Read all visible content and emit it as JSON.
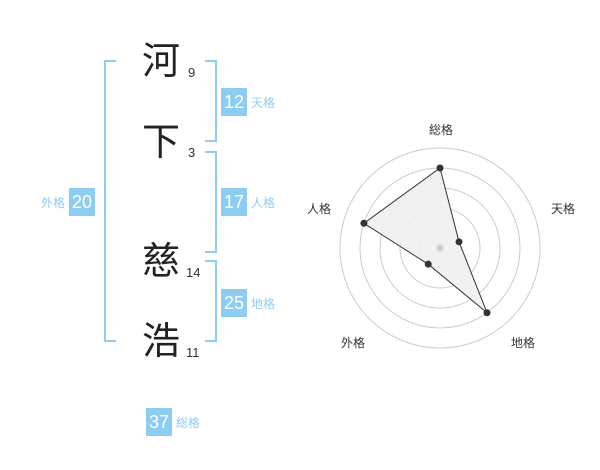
{
  "name": {
    "chars": [
      {
        "char": "河",
        "strokes": "9"
      },
      {
        "char": "下",
        "strokes": "3"
      },
      {
        "char": "慈",
        "strokes": "14"
      },
      {
        "char": "浩",
        "strokes": "11"
      }
    ]
  },
  "scores": {
    "tenkaku": {
      "value": "12",
      "label": "天格"
    },
    "jinkaku": {
      "value": "17",
      "label": "人格"
    },
    "chikaku": {
      "value": "25",
      "label": "地格"
    },
    "gaikaku": {
      "value": "20",
      "label": "外格"
    },
    "soukaku": {
      "value": "37",
      "label": "総格"
    }
  },
  "chart_data": {
    "type": "radar",
    "axes": [
      "総格",
      "天格",
      "地格",
      "外格",
      "人格"
    ],
    "values": [
      4,
      1,
      4,
      1,
      4
    ],
    "max": 5,
    "rings": 5,
    "colors": {
      "fill": "#f0f0f0",
      "stroke": "#333333",
      "grid": "#cccccc",
      "point": "#333333",
      "center": "#cccccc"
    }
  },
  "colors": {
    "accent": "#8ecdf2",
    "text": "#222222"
  }
}
